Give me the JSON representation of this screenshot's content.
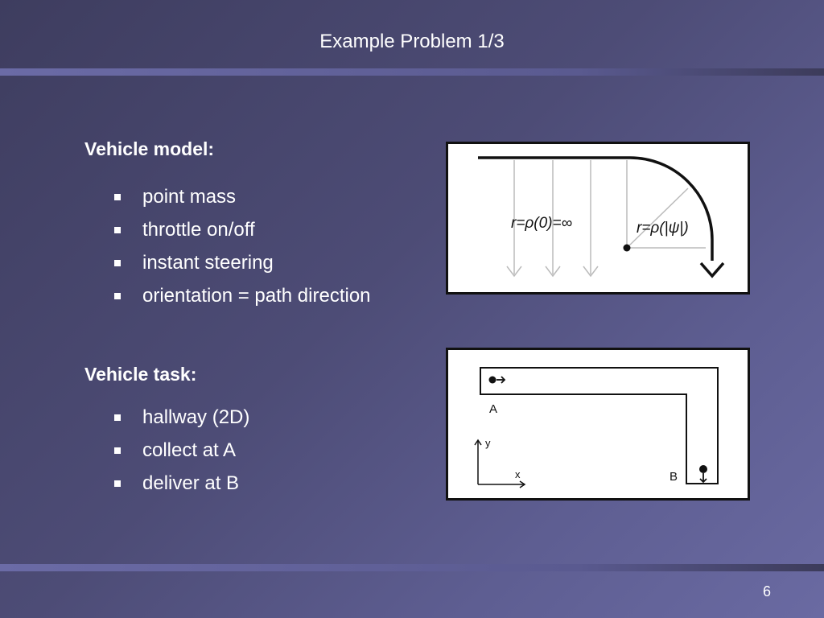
{
  "slide": {
    "title": "Example Problem 1/3",
    "page_number": "6"
  },
  "vehicle_model": {
    "heading": "Vehicle model:",
    "bullets": [
      "point mass",
      "throttle on/off",
      "instant steering",
      "orientation = path direction"
    ]
  },
  "vehicle_task": {
    "heading": "Vehicle task:",
    "bullets": [
      "hallway (2D)",
      "collect at A",
      "deliver at B"
    ]
  },
  "steering_figure": {
    "label_straight": "r=ρ(0)=∞",
    "label_turn": "r=ρ(|ψ|)"
  },
  "hallway_figure": {
    "label_a": "A",
    "label_b": "B",
    "axis_x": "x",
    "axis_y": "y"
  },
  "colors": {
    "background": "#4d4c76",
    "text": "#ffffff",
    "figure_line": "#111111",
    "guide_line": "#bbbbbb"
  }
}
